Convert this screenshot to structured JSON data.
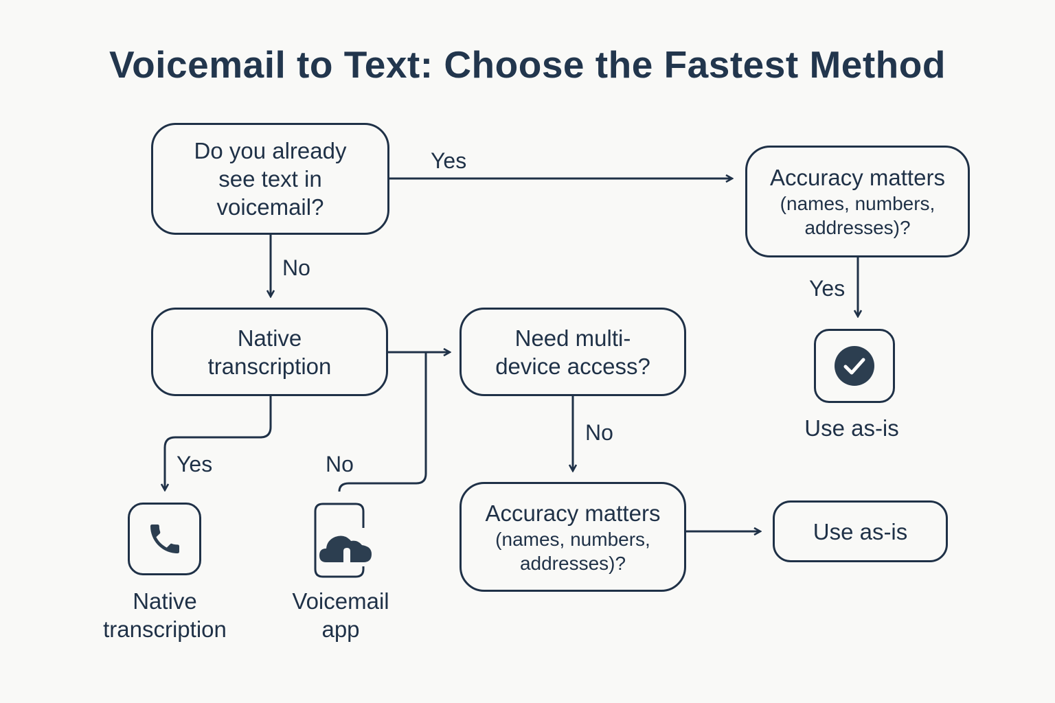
{
  "title": "Voicemail to Text: Choose the Fastest Method",
  "colors": {
    "ink": "#1f3147",
    "background": "#f9f9f7",
    "icon_fill": "#2c3e50"
  },
  "nodes": {
    "q_text": {
      "lines": [
        "Do you already",
        "see text in",
        "voicemail?"
      ]
    },
    "q_accuracy_top": {
      "line1": "Accuracy matters",
      "line2": "(names, numbers,",
      "line3": "addresses)?"
    },
    "native": {
      "lines": [
        "Native",
        "transcription"
      ]
    },
    "q_multi": {
      "lines": [
        "Need multi-",
        "device access?"
      ]
    },
    "q_accuracy_bottom": {
      "line1": "Accuracy matters",
      "line2": "(names, numbers,",
      "line3": "addresses)?"
    },
    "use_as_is_box": {
      "label": "Use as-is"
    }
  },
  "edge_labels": {
    "text_yes": "Yes",
    "text_no": "No",
    "accuracy_yes": "Yes",
    "native_yes": "Yes",
    "native_no": "No",
    "multi_no": "No"
  },
  "outcomes": {
    "use_as_is": {
      "icon": "check-circle-icon",
      "caption": "Use as-is"
    },
    "native_transcription": {
      "icon": "phone-icon",
      "caption_lines": [
        "Native",
        "transcription"
      ]
    },
    "voicemail_app": {
      "icon": "cloud-upload-phone-icon",
      "caption_lines": [
        "Voicemail",
        "app"
      ]
    }
  }
}
